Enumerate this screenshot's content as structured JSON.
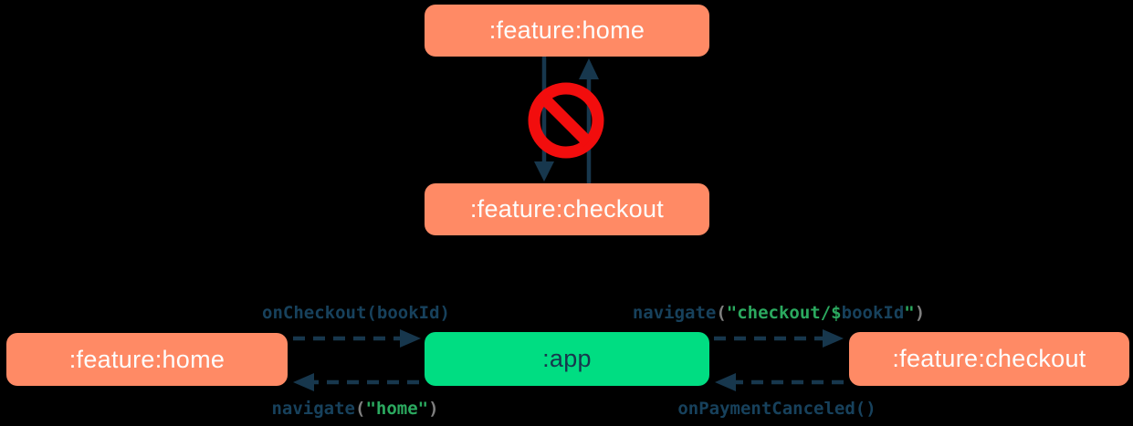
{
  "colors": {
    "background": "#000000",
    "feature_module_box": "#FF8A65",
    "feature_module_text": "#FDFDFD",
    "app_module_box": "#00DD82",
    "arrow_and_code_navy": "#17374D",
    "code_string_green": "#2BA95F",
    "code_paren_gray": "#7F7F7F",
    "prohibition_red": "#F20D0D"
  },
  "top_diagram": {
    "home_box": ":feature:home",
    "checkout_box": ":feature:checkout",
    "icon": "no-entry-prohibition"
  },
  "bottom_diagram": {
    "home_box": ":feature:home",
    "app_box": ":app",
    "checkout_box": ":feature:checkout",
    "edge_labels": {
      "on_checkout": {
        "fn": "onCheckout(",
        "arg": "bookId",
        "close": ")"
      },
      "navigate_checkout": {
        "fn": "navigate",
        "open": "(",
        "string_open": "\"checkout/",
        "template_dollar": "$",
        "template_var": "bookId",
        "string_close": "\"",
        "close": ")"
      },
      "navigate_home": {
        "fn": "navigate",
        "open": "(",
        "string": "\"home\"",
        "close": ")"
      },
      "on_payment_canceled": {
        "text": "onPaymentCanceled()"
      }
    }
  }
}
